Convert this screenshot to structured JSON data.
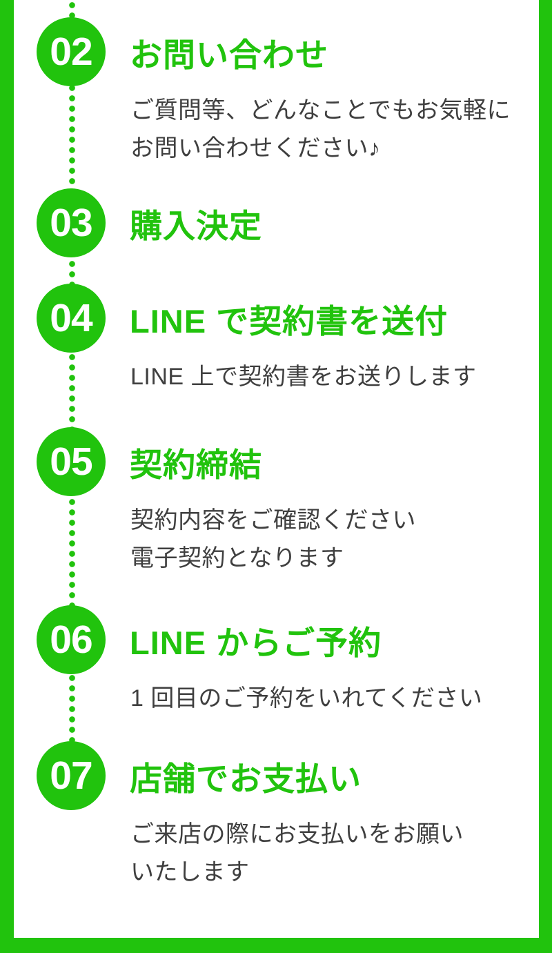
{
  "theme": {
    "accent_green": "#21C30D",
    "text_color": "#3F3F3F",
    "background": "#FFFFFF"
  },
  "steps": [
    {
      "number": "02",
      "title": "お問い合わせ",
      "description": "ご質問等、どんなことでもお気軽に\nお問い合わせください♪"
    },
    {
      "number": "03",
      "title": "購入決定",
      "description": ""
    },
    {
      "number": "04",
      "title": "LINE で契約書を送付",
      "description": "LINE 上で契約書をお送りします"
    },
    {
      "number": "05",
      "title": "契約締結",
      "description": "契約内容をご確認ください\n電子契約となります"
    },
    {
      "number": "06",
      "title": "LINE からご予約",
      "description": "1 回目のご予約をいれてください"
    },
    {
      "number": "07",
      "title": "店舗でお支払い",
      "description": "ご来店の際にお支払いをお願い\nいたします"
    }
  ]
}
